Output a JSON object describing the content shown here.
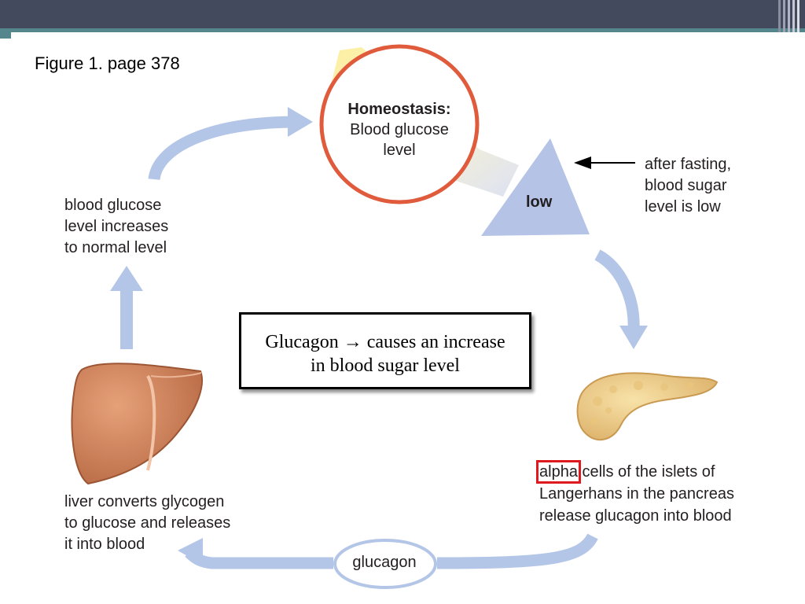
{
  "figure_label": "Figure 1. page 378",
  "homeostasis": {
    "title": "Homeostasis:",
    "line1": "Blood glucose",
    "line2": "level"
  },
  "low_label": "low",
  "fasting_note": {
    "line1": "after fasting,",
    "line2": "blood sugar",
    "line3": "level is low"
  },
  "increase_note": {
    "line1": "blood glucose",
    "line2": "level increases",
    "line3": "to normal level"
  },
  "liver_note": {
    "line1": "liver converts glycogen",
    "line2": "to glucose and releases",
    "line3": "it into blood"
  },
  "alpha_note": {
    "highlight": "alpha",
    "line1_rest": " cells of the islets of",
    "line2": "Langerhans in the pancreas",
    "line3": "release glucagon into blood"
  },
  "glucagon_label": "glucagon",
  "callout": {
    "line1": "Glucagon → causes an increase",
    "line2": "in blood sugar level"
  },
  "colors": {
    "header_bar": "#444a5e",
    "header_accent": "#56868d",
    "cycle_arrow": "#b4c6e7",
    "circle_ring": "#e05a3c",
    "alpha_highlight": "#e0191e"
  }
}
